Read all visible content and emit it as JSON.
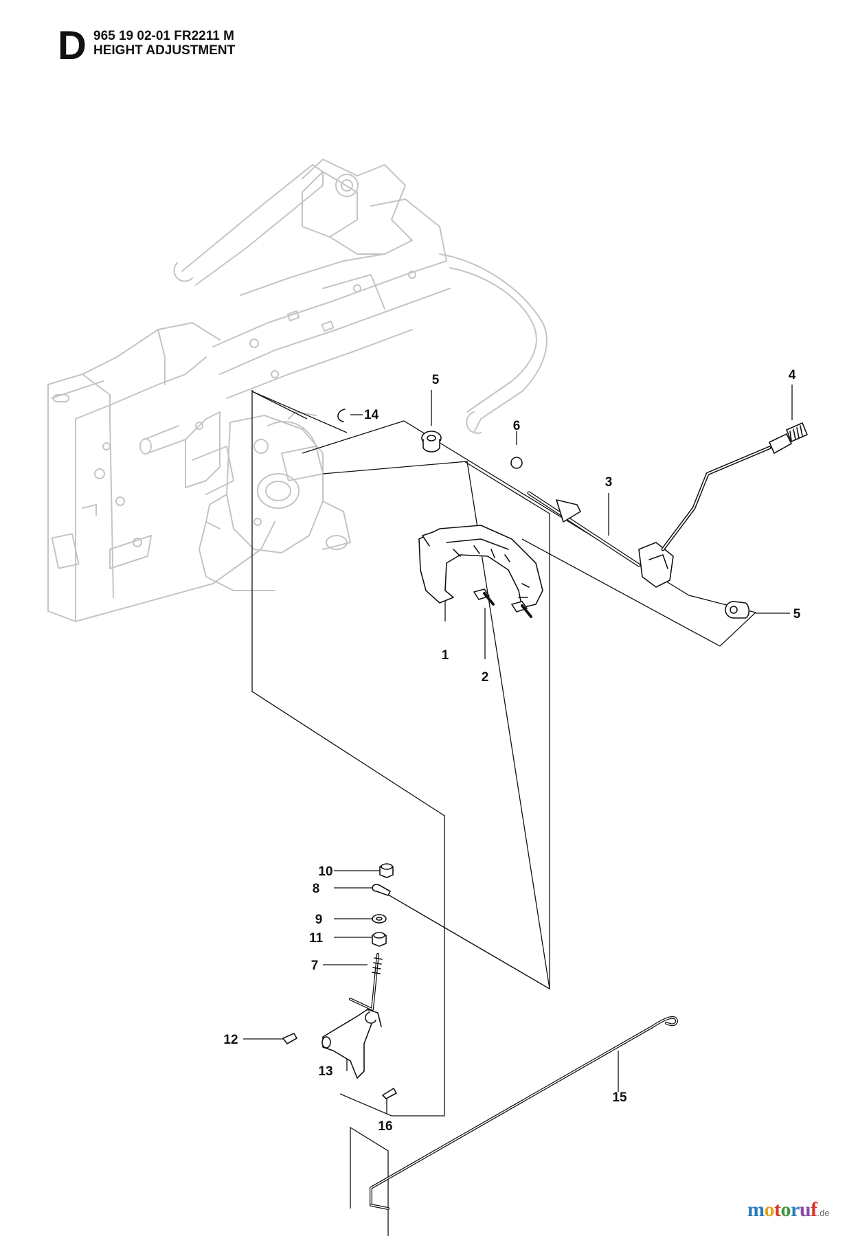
{
  "header": {
    "section_letter": "D",
    "part_number_line": "965 19 02-01 FR2211 M",
    "title_line": "HEIGHT ADJUSTMENT"
  },
  "callouts": [
    "1",
    "2",
    "3",
    "4",
    "5",
    "5",
    "6",
    "7",
    "8",
    "9",
    "10",
    "11",
    "12",
    "13",
    "14",
    "15",
    "16"
  ],
  "watermark": {
    "name_letters": [
      "m",
      "o",
      "t",
      "o",
      "r",
      "u",
      "f"
    ],
    "letter_colors": [
      "#2a7bbf",
      "#e8a21c",
      "#d8362b",
      "#3c9a3c",
      "#2a7bbf",
      "#8a4aa8",
      "#d8362b"
    ],
    "tld": ".de"
  },
  "colors": {
    "background_lines": "#c4c4c4",
    "part_lines": "#111111"
  }
}
